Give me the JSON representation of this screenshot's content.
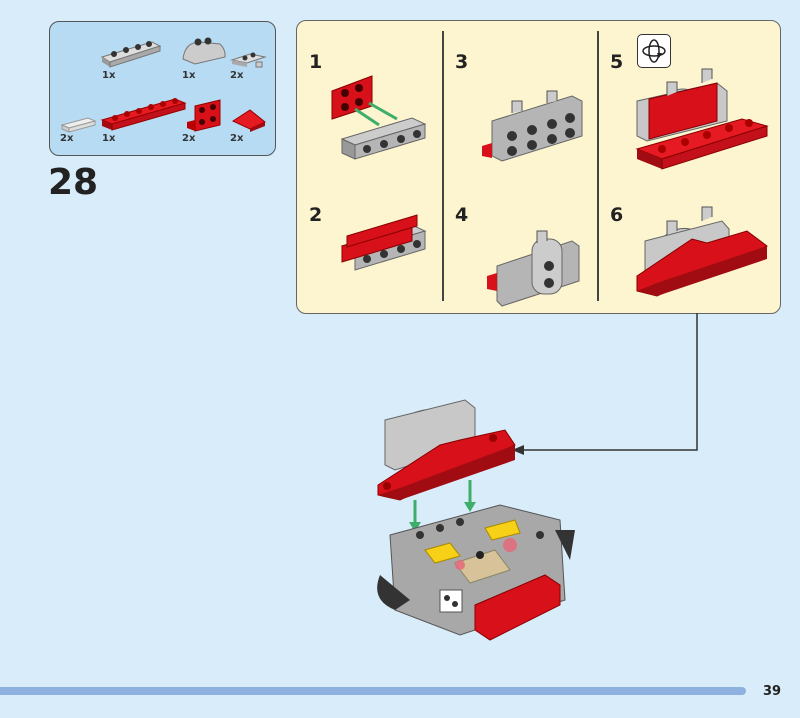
{
  "parts_list": {
    "items": [
      {
        "name": "grey-plate-1x4",
        "qty": "1x"
      },
      {
        "name": "grey-curved-slope-2x2",
        "qty": "1x"
      },
      {
        "name": "grey-plate-clip",
        "qty": "2x"
      },
      {
        "name": "trans-clear-grille-tile",
        "qty": "2x"
      },
      {
        "name": "red-plate-1x6",
        "qty": "1x"
      },
      {
        "name": "red-bracket-2x2",
        "qty": "2x"
      },
      {
        "name": "red-slope",
        "qty": "2x"
      }
    ]
  },
  "step_number": "28",
  "sub_steps": [
    "1",
    "2",
    "3",
    "4",
    "5",
    "6"
  ],
  "rotate_icon": "rotate-model-icon",
  "page_number": "39",
  "colors": {
    "background": "#d8ecfa",
    "parts_panel": "#b6dbf3",
    "substep_panel": "#fdf4d0",
    "brick_red": "#d7101a",
    "brick_grey": "#b5b5b5",
    "arrow_green": "#3fae6a",
    "bottom_bar": "#8fb1e0"
  }
}
